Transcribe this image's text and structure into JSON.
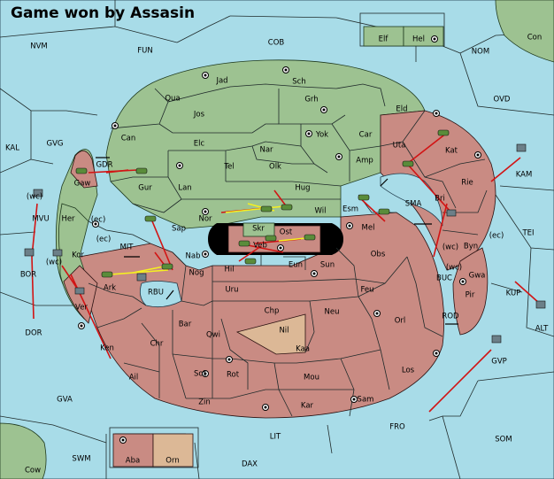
{
  "title": "Game won by Assasin",
  "colors": {
    "sea": "#a8dce8",
    "green": "#9dc291",
    "red": "#c98b83",
    "tan": "#dcb896",
    "move": "#d21414",
    "support": "#f4f021"
  },
  "provinces": {
    "NVM": "NVM",
    "FUN": "FUN",
    "COB": "COB",
    "NOM": "NOM",
    "Con": "Con",
    "Elf": "Elf",
    "Hel": "Hel",
    "Jad": "Jad",
    "Sch": "Sch",
    "Qua": "Qua",
    "Grh": "Grh",
    "Jos": "Jos",
    "Eld": "Eld",
    "OVD": "OVD",
    "Can": "Can",
    "Yok": "Yok",
    "Car": "Car",
    "Uta": "Uta",
    "KAL": "KAL",
    "GVG": "GVG",
    "Elc": "Elc",
    "Nar": "Nar",
    "Kat": "Kat",
    "Amp": "Amp",
    "Tel": "Tel",
    "Olk": "Olk",
    "GDR": "GDR",
    "Gaw": "Gaw",
    "Gur": "Gur",
    "KAM": "KAM",
    "Lan": "Lan",
    "Hug": "Hug",
    "Rie": "Rie",
    "SMA": "SMA",
    "Esm": "Esm",
    "Wil": "Wil",
    "Bri": "Bri",
    "Nor": "Nor",
    "MVU": "MVU",
    "Her": "Her",
    "Sap": "Sap",
    "Skr": "Skr",
    "Mel": "Mel",
    "TEI": "TEI",
    "Ost": "Ost",
    "Byn": "Byn",
    "Veb": "Veb",
    "MIT": "MIT",
    "Kor": "Kor",
    "Nab": "Nab",
    "Obs": "Obs",
    "BOR": "BOR",
    "Hil": "Hil",
    "Eun": "Eun",
    "Sun": "Sun",
    "Gwa": "Gwa",
    "BUC": "BUC",
    "Nog": "Nog",
    "Ark": "Ark",
    "Pir": "Pir",
    "KUP": "KUP",
    "RBU": "RBU",
    "Uru": "Uru",
    "Feu": "Feu",
    "ALT": "ALT",
    "Chp": "Chp",
    "Neu": "Neu",
    "Orl": "Orl",
    "Ver": "Ver",
    "ROD": "ROD",
    "DOR": "DOR",
    "Bar": "Bar",
    "Nil": "Nil",
    "Qwi": "Qwi",
    "Ken": "Ken",
    "Chr": "Chr",
    "Kaa": "Kaa",
    "GVP": "GVP",
    "Ail": "Ail",
    "Sot": "Sot",
    "Rot": "Rot",
    "Mou": "Mou",
    "Los": "Los",
    "GVA": "GVA",
    "Zin": "Zin",
    "Kar": "Kar",
    "Sam": "Sam",
    "FRO": "FRO",
    "LIT": "LIT",
    "SOM": "SOM",
    "SWM": "SWM",
    "Aba": "Aba",
    "Orn": "Orn",
    "Cow": "Cow",
    "DAX": "DAX"
  },
  "coast_tags": {
    "wc1": "(wc)",
    "ec1": "(ec)",
    "ec2": "(ec)",
    "wc2": "(wc)",
    "ec3": "(ec)",
    "wc3": "(wc)",
    "wc4": "(wc)"
  }
}
